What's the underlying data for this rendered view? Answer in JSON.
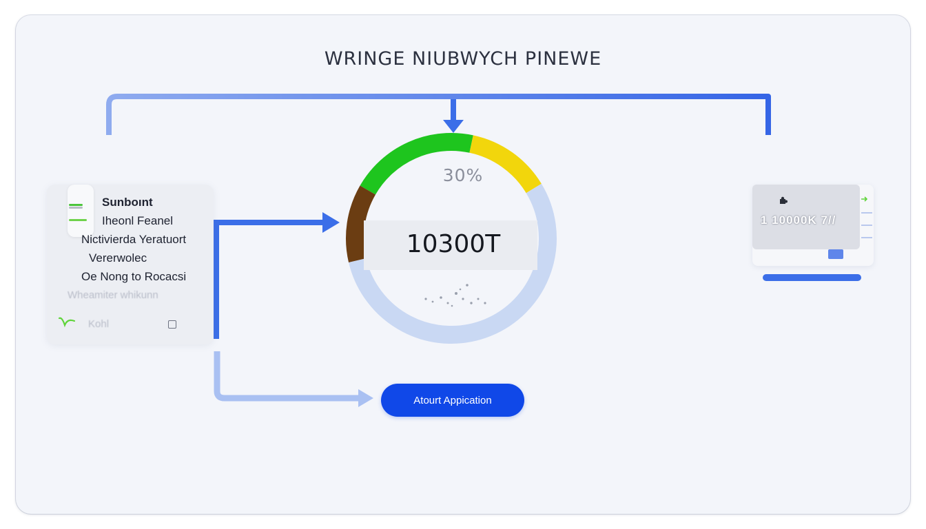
{
  "title": "WRINGE NIUBWYCH PINEWE",
  "colors": {
    "accent": "#1048e8",
    "connector": "#3b6ee8",
    "connector_light": "#a9c0f2",
    "gauge_green": "#1ec51e",
    "gauge_yellow": "#f2d60c",
    "gauge_brown": "#6b3d12",
    "gauge_track": "#c9d8f3",
    "check_green": "#5fd43a"
  },
  "left_card": {
    "heading": "Sunboınt",
    "lines": [
      "Iheonl Feanel",
      "Nictivierda  Yeratuort",
      "Vererwolec",
      "Oe Nong to Rocacsi"
    ],
    "faded_line": "Wheamiter  whikunn",
    "faded_footer": "Kohl",
    "check_icon": "check-icon",
    "checkbox_icon": "checkbox-icon"
  },
  "gauge": {
    "percent_label": "30%",
    "value_label": "10300T",
    "segments": [
      {
        "name": "green",
        "fraction": 0.2
      },
      {
        "name": "yellow",
        "fraction": 0.13
      },
      {
        "name": "track",
        "fraction": 0.55
      },
      {
        "name": "brown",
        "fraction": 0.12
      }
    ]
  },
  "right_card": {
    "panel_text": "1 10000K 7//",
    "icon": "puzzle-icon"
  },
  "cta": {
    "label": "Atourt Appication"
  }
}
